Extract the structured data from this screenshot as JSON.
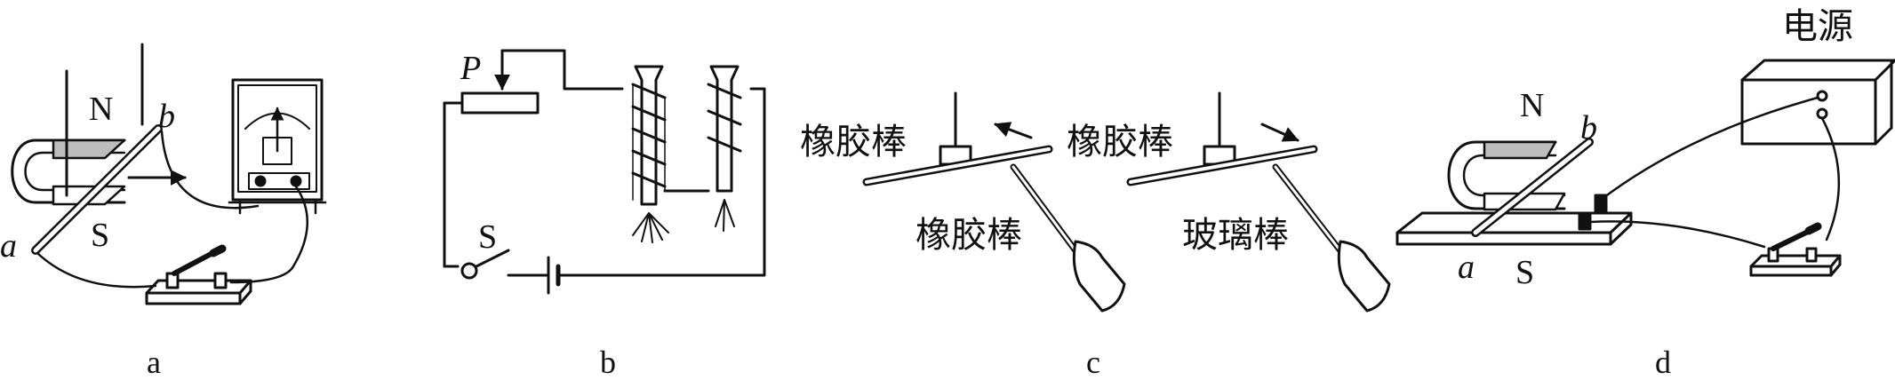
{
  "panels": {
    "a": {
      "label": "a",
      "pole_n": "N",
      "pole_s": "S",
      "end_a": "a",
      "end_b": "b"
    },
    "b": {
      "label": "b",
      "slider_p": "P",
      "switch_s": "S"
    },
    "c": {
      "label": "c",
      "hanging_rod_left": "橡胶棒",
      "hanging_rod_right": "橡胶棒",
      "hand_rod_left": "橡胶棒",
      "hand_rod_right": "玻璃棒"
    },
    "d": {
      "label": "d",
      "power_supply": "电源",
      "pole_n": "N",
      "pole_s": "S",
      "end_a": "a",
      "end_b": "b"
    }
  }
}
